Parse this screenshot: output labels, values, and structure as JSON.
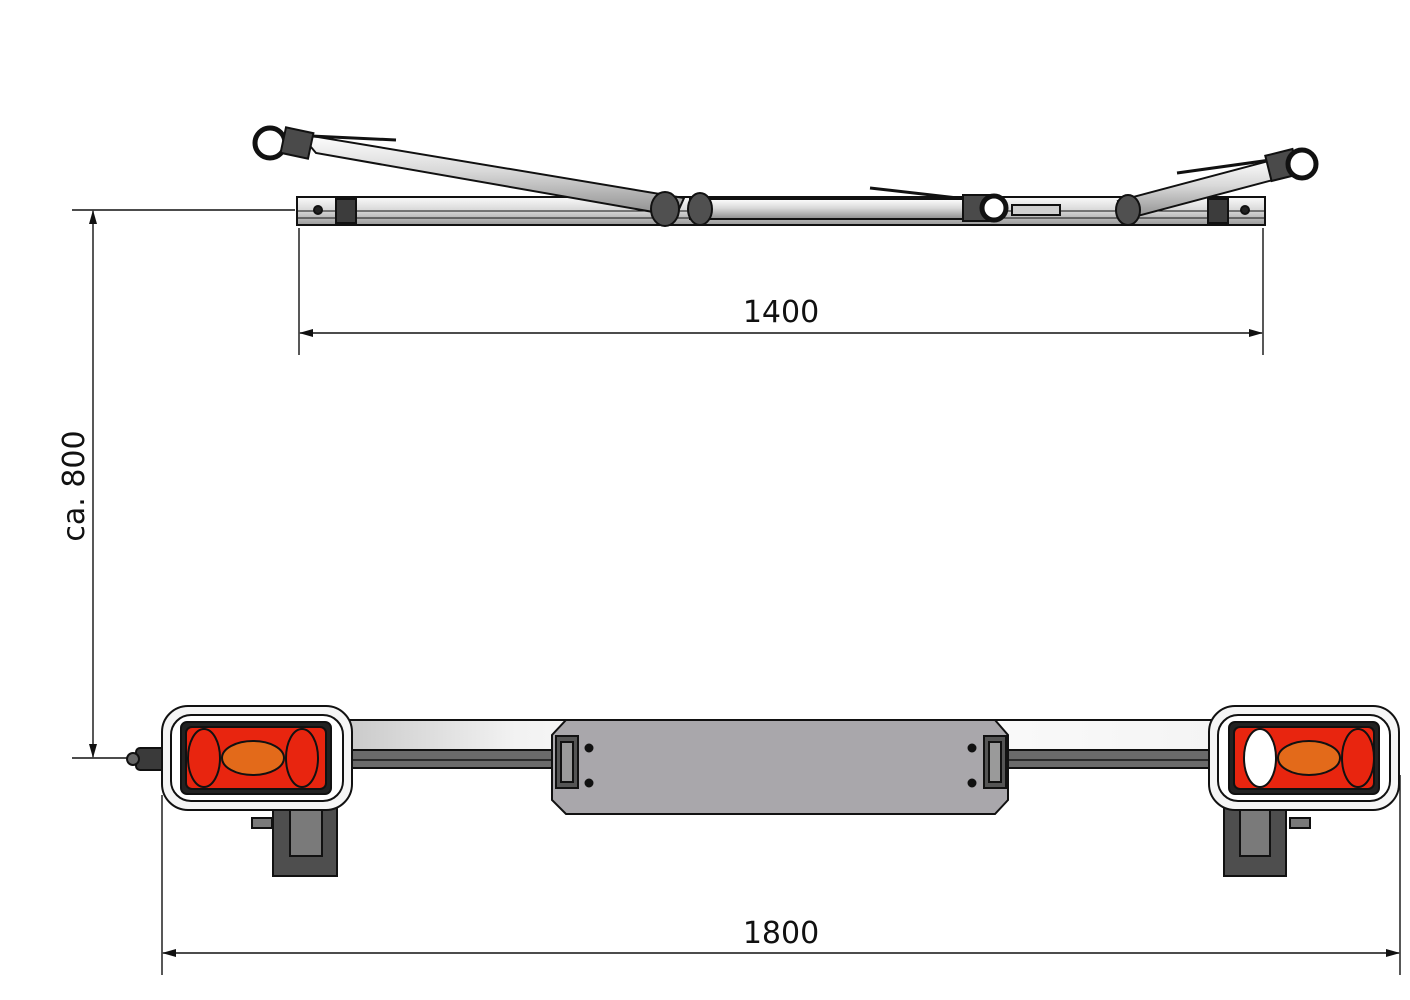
{
  "dimensions": {
    "top_width": "1400",
    "bottom_width": "1800",
    "height": "ca. 800"
  },
  "colors": {
    "line": "#111111",
    "rail_light": "#f2f2f2",
    "rail_mid": "#c8c8c8",
    "rail_dark": "#8a8a8a",
    "bracket_dark": "#4a4a4a",
    "plate": "#a9a7ab",
    "lamp_red": "#e8250f",
    "lamp_orange": "#e36a1a",
    "lamp_white": "#ffffff"
  }
}
